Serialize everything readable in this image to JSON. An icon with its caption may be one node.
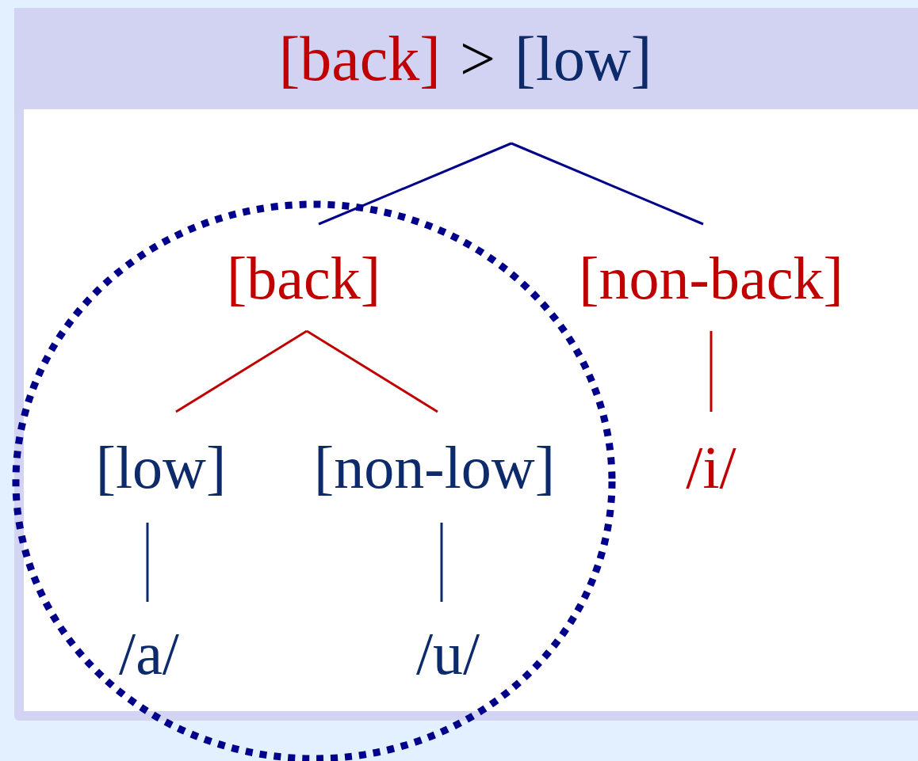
{
  "diagram": {
    "nodes": [
      {
        "text": [
          "[back]",
          ">",
          "[low]"
        ]
      },
      {
        "text": [
          "[back]"
        ]
      },
      {
        "text": [
          "[non-back]"
        ]
      },
      {
        "text": [
          "[low]"
        ]
      },
      {
        "text": [
          "[non-low]"
        ]
      },
      {
        "text": [
          "/i/"
        ]
      },
      {
        "text": [
          "/a/"
        ]
      },
      {
        "text": [
          "/u/"
        ]
      }
    ],
    "edges": [
      {
        "from": null,
        "to": 1,
        "arrow": "none",
        "color": "#00008b"
      },
      {
        "from": null,
        "to": 2,
        "arrow": "none",
        "color": "#00008b"
      },
      {
        "from": 1,
        "to": 3,
        "arrow": "none",
        "color": "#c00000"
      },
      {
        "from": 1,
        "to": 4,
        "arrow": "none",
        "color": "#c00000"
      },
      {
        "from": 2,
        "to": 5,
        "arrow": "none",
        "color": "#c00000"
      },
      {
        "from": 3,
        "to": 6,
        "arrow": "none",
        "color": "#0d2a6b"
      },
      {
        "from": 4,
        "to": 7,
        "arrow": "none",
        "color": "#0d2a6b"
      }
    ]
  }
}
